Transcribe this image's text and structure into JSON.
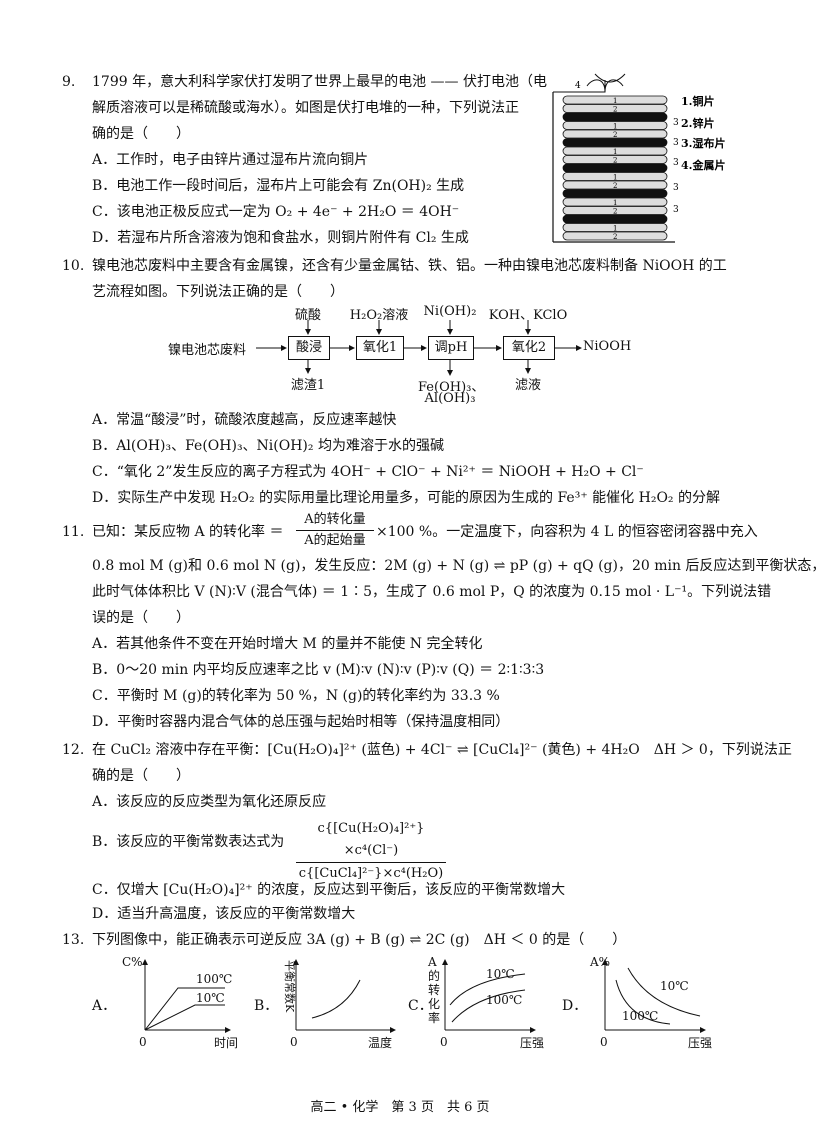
{
  "q9": {
    "num": "9.",
    "l1": "1799 年，意大利科学家伏打发明了世界上最早的电池 —— 伏打电池（电",
    "l2": "解质溶液可以是稀硫酸或海水）。如图是伏打电堆的一种，下列说法正",
    "l3": "确的是（　　）",
    "A": "A．工作时，电子由锌片通过湿布片流向铜片",
    "B": "B．电池工作一段时间后，湿布片上可能会有 Zn(OH)₂ 生成",
    "C": "C．该电池正极反应式一定为 O₂ + 4e⁻ + 2H₂O ＝ 4OH⁻",
    "D": "D．若湿布片所含溶液为饱和食盐水，则铜片附件有 Cl₂ 生成",
    "fig": {
      "label1": "1.铜片",
      "label2": "2.锌片",
      "label3": "3.湿布片",
      "label4": "4.金属片",
      "n1": "1",
      "n2": "2",
      "n3": "3",
      "n4": "4"
    }
  },
  "q10": {
    "num": "10.",
    "l1": "镍电池芯废料中主要含有金属镍，还含有少量金属钴、铁、铝。一种由镍电池芯废料制备 NiOOH 的工",
    "l2": "艺流程如图。下列说法正确的是（　　）",
    "flow": {
      "start": "镍电池芯废料",
      "box1": "酸浸",
      "box2": "氧化1",
      "box3": "调pH",
      "box4": "氧化2",
      "end": "NiOOH",
      "in1": "硫酸",
      "in2": "H₂O₂溶液",
      "in3": "Ni(OH)₂",
      "in4": "KOH、KClO",
      "out1": "滤渣1",
      "out3a": "Fe(OH)₃、",
      "out3b": "Al(OH)₃",
      "out4": "滤液"
    },
    "A": "A．常温“酸浸”时，硫酸浓度越高，反应速率越快",
    "B": "B．Al(OH)₃、Fe(OH)₃、Ni(OH)₂ 均为难溶于水的强碱",
    "C": "C．“氧化 2”发生反应的离子方程式为 4OH⁻ + ClO⁻ + Ni²⁺ ＝ NiOOH + H₂O + Cl⁻",
    "D": "D．实际生产中发现 H₂O₂ 的实际用量比理论用量多，可能的原因为生成的 Fe³⁺ 能催化 H₂O₂ 的分解"
  },
  "q11": {
    "num": "11.",
    "l1a": "已知：某反应物 A 的转化率 ＝",
    "frac_top": "A的转化量",
    "frac_bot": "A的起始量",
    "l1b": "×100 %。一定温度下，向容积为 4 L 的恒容密闭容器中充入",
    "l2": "0.8 mol M (g)和 0.6 mol N (g)，发生反应：2M (g) + N (g) ⇌ pP (g) + qQ (g)，20 min 后反应达到平衡状态，",
    "l3": "此时气体体积比 V (N)∶V (混合气体) ＝ 1∶5，生成了 0.6 mol P，Q 的浓度为 0.15 mol · L⁻¹。下列说法错",
    "l4": "误的是（　　）",
    "A": "A．若其他条件不变在开始时增大 M 的量并不能使 N 完全转化",
    "B": "B．0～20 min 内平均反应速率之比 v (M)∶v (N)∶v (P)∶v (Q) ＝ 2∶1∶3∶3",
    "C": "C．平衡时 M (g)的转化率为 50 %，N (g)的转化率约为 33.3 %",
    "D": "D．平衡时容器内混合气体的总压强与起始时相等（保持温度相同）"
  },
  "q12": {
    "num": "12.",
    "l1": "在 CuCl₂ 溶液中存在平衡：[Cu(H₂O)₄]²⁺ (蓝色) + 4Cl⁻ ⇌ [CuCl₄]²⁻ (黄色) + 4H₂O　ΔH ＞ 0，下列说法正",
    "l2": "确的是（　　）",
    "A": "A．该反应的反应类型为氧化还原反应",
    "B": "B．该反应的平衡常数表达式为",
    "B_top": "c{[Cu(H₂O)₄]²⁺}×c⁴(Cl⁻)",
    "B_bot": "c{[CuCl₄]²⁻}×c⁴(H₂O)",
    "C": "C．仅增大 [Cu(H₂O)₄]²⁺ 的浓度，反应达到平衡后，该反应的平衡常数增大",
    "D": "D．适当升高温度，该反应的平衡常数增大"
  },
  "q13": {
    "num": "13.",
    "l1": "下列图像中，能正确表示可逆反应 3A (g) + B (g) ⇌ 2C (g)　ΔH ＜ 0 的是（　　）",
    "A": "A．",
    "B": "B．",
    "C": "C．",
    "D": "D．",
    "gA": {
      "y": "C%",
      "x": "时间",
      "o": "0",
      "c1": "100℃",
      "c2": "10℃"
    },
    "gB": {
      "y": "平衡常数K",
      "x": "温度",
      "o": "0"
    },
    "gC": {
      "y": "A的转化率",
      "x": "压强",
      "o": "0",
      "c1": "10℃",
      "c2": "100℃"
    },
    "gD": {
      "y": "A%",
      "x": "压强",
      "o": "0",
      "c1": "10℃",
      "c2": "100℃"
    }
  },
  "footer": "高二 • 化学　第 3 页　共 6 页"
}
